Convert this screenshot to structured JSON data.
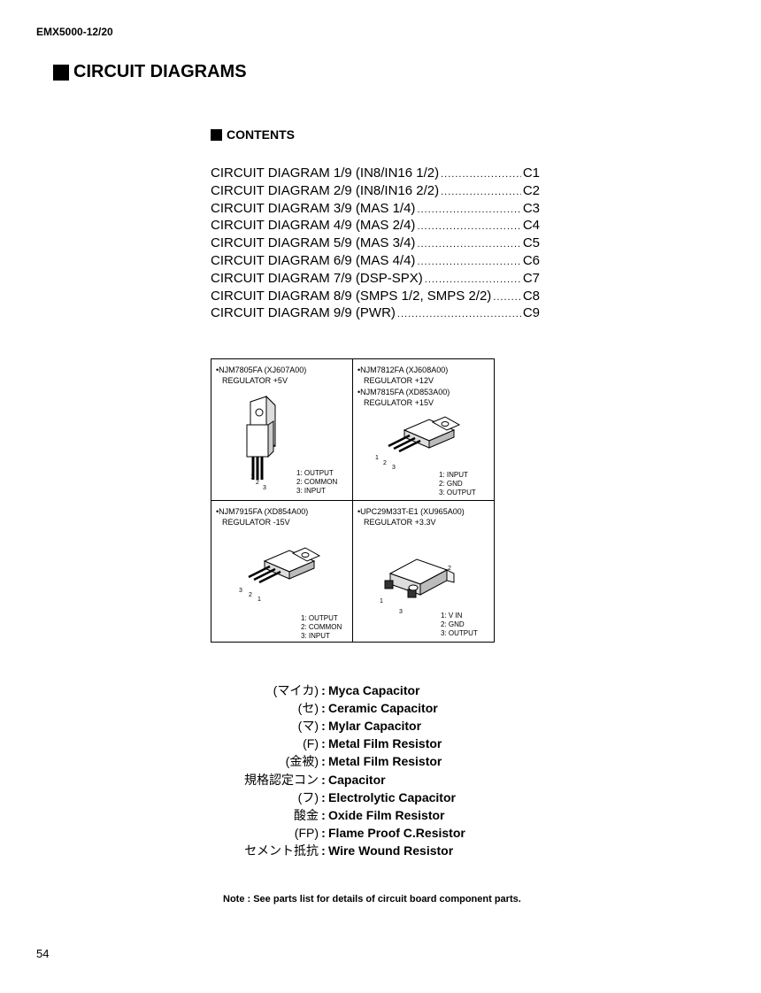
{
  "header": {
    "model": "EMX5000-12/20"
  },
  "title": "CIRCUIT DIAGRAMS",
  "contents_heading": "CONTENTS",
  "toc": [
    {
      "label": "CIRCUIT DIAGRAM 1/9 (IN8/IN16 1/2)",
      "page": "C1"
    },
    {
      "label": "CIRCUIT DIAGRAM 2/9 (IN8/IN16 2/2)",
      "page": "C2"
    },
    {
      "label": "CIRCUIT DIAGRAM 3/9 (MAS 1/4)",
      "page": "C3"
    },
    {
      "label": "CIRCUIT DIAGRAM 4/9 (MAS 2/4)",
      "page": "C4"
    },
    {
      "label": "CIRCUIT DIAGRAM 5/9 (MAS 3/4)",
      "page": "C5"
    },
    {
      "label": "CIRCUIT DIAGRAM 6/9 (MAS 4/4)",
      "page": "C6"
    },
    {
      "label": "CIRCUIT DIAGRAM 7/9 (DSP-SPX)",
      "page": "C7"
    },
    {
      "label": "CIRCUIT DIAGRAM 8/9 (SMPS 1/2, SMPS 2/2)",
      "page": "C8"
    },
    {
      "label": "CIRCUIT DIAGRAM 9/9 (PWR)",
      "page": "C9"
    }
  ],
  "components": {
    "c1": {
      "line1": "•NJM7805FA (XJ607A00)",
      "line2": "REGULATOR +5V",
      "pins": [
        "1: OUTPUT",
        "2: COMMON",
        "3: INPUT"
      ],
      "pin_numbers": [
        "1",
        "2",
        "3"
      ]
    },
    "c2": {
      "line1": "•NJM7812FA (XJ608A00)",
      "line2": "REGULATOR +12V",
      "line3": "•NJM7815FA (XD853A00)",
      "line4": "REGULATOR +15V",
      "pins": [
        "1: INPUT",
        "2: GND",
        "3: OUTPUT"
      ],
      "pin_numbers": [
        "1",
        "2",
        "3"
      ]
    },
    "c3": {
      "line1": "•NJM7915FA (XD854A00)",
      "line2": "REGULATOR -15V",
      "pins": [
        "1: OUTPUT",
        "2: COMMON",
        "3: INPUT"
      ],
      "pin_numbers": [
        "3",
        "2",
        "1"
      ]
    },
    "c4": {
      "line1": "•UPC29M33T-E1 (XU965A00)",
      "line2": "REGULATOR +3.3V",
      "pins": [
        "1: V IN",
        "2: GND",
        "3: OUTPUT"
      ],
      "pin_numbers": [
        "2",
        "1",
        "3"
      ]
    }
  },
  "legend": [
    {
      "key": "(マイカ)",
      "value": "Myca Capacitor"
    },
    {
      "key": "(セ)",
      "value": "Ceramic Capacitor"
    },
    {
      "key": "(マ)",
      "value": "Mylar Capacitor"
    },
    {
      "key": "(F)",
      "value": "Metal Film Resistor"
    },
    {
      "key": "(金被)",
      "value": "Metal Film Resistor"
    },
    {
      "key": "規格認定コン",
      "value": "Capacitor"
    },
    {
      "key": "(フ)",
      "value": "Electrolytic Capacitor"
    },
    {
      "key": "酸金",
      "value": "Oxide Film Resistor"
    },
    {
      "key": "(FP)",
      "value": "Flame Proof C.Resistor"
    },
    {
      "key": "セメント抵抗",
      "value": "Wire Wound Resistor"
    }
  ],
  "legend_separator": ":",
  "note": "Note : See parts list for details of circuit board component parts.",
  "page_number": "54"
}
